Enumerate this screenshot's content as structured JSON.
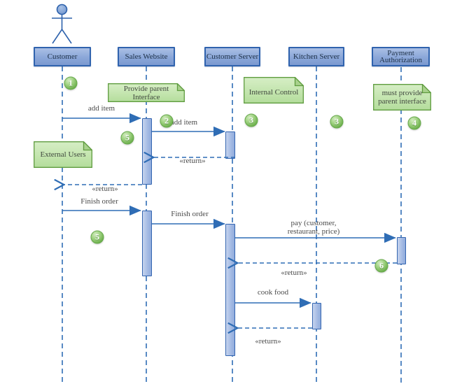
{
  "diagram_type": "uml-sequence-diagram",
  "colors": {
    "shape_blue_fill": "#8ba7d8",
    "shape_blue_border": "#3063ae",
    "line_blue": "#2f6db5",
    "activation_fill": "#a6bce4",
    "note_green_fill": "#c7e5b2",
    "note_green_border": "#5f9c3f",
    "badge_green": "#6fb14f",
    "message_text": "#4a4a4a"
  },
  "lifelines": [
    {
      "label": "Customer",
      "kind": "actor"
    },
    {
      "label": "Sales Website",
      "kind": "object"
    },
    {
      "label": "Customer Server",
      "kind": "object"
    },
    {
      "label": "Kitchen Server",
      "kind": "object"
    },
    {
      "label": "Payment Authorization",
      "kind": "object"
    }
  ],
  "notes": [
    {
      "text": "Provide parent Interface"
    },
    {
      "text": "Internal Control"
    },
    {
      "text": "must provide parent interface"
    },
    {
      "text": "External Users"
    }
  ],
  "badges": [
    {
      "value": "1"
    },
    {
      "value": "2"
    },
    {
      "value": "3"
    },
    {
      "value": "3"
    },
    {
      "value": "4"
    },
    {
      "value": "5"
    },
    {
      "value": "5"
    },
    {
      "value": "6"
    }
  ],
  "messages": [
    {
      "label": "add item",
      "kind": "sync",
      "from": "Customer",
      "to": "Sales Website"
    },
    {
      "label": "add item",
      "kind": "sync",
      "from": "Sales Website",
      "to": "Customer Server"
    },
    {
      "label": "«return»",
      "kind": "return",
      "from": "Customer Server",
      "to": "Sales Website"
    },
    {
      "label": "«return»",
      "kind": "return",
      "from": "Sales Website",
      "to": "Customer"
    },
    {
      "label": "Finish order",
      "kind": "sync",
      "from": "Customer",
      "to": "Sales Website"
    },
    {
      "label": "Finish order",
      "kind": "sync",
      "from": "Sales Website",
      "to": "Customer Server"
    },
    {
      "label": "pay (customer, restaurant, price)",
      "kind": "sync",
      "from": "Customer Server",
      "to": "Payment Authorization"
    },
    {
      "label": "«return»",
      "kind": "return",
      "from": "Payment Authorization",
      "to": "Customer Server"
    },
    {
      "label": "cook food",
      "kind": "sync",
      "from": "Customer Server",
      "to": "Kitchen Server"
    },
    {
      "label": "«return»",
      "kind": "return",
      "from": "Kitchen Server",
      "to": "Customer Server"
    }
  ]
}
